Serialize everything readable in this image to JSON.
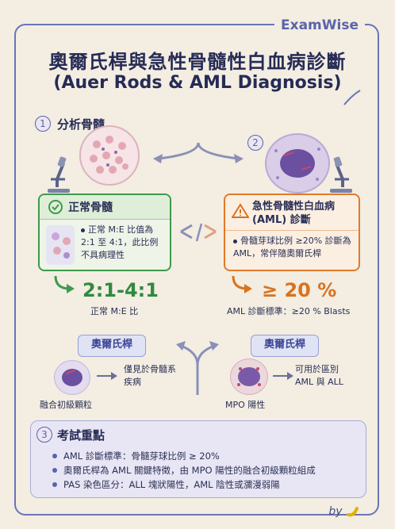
{
  "brand": "ExamWise",
  "title_zh": "奧爾氏桿與急性骨髓性白血病診斷",
  "title_en": "(Auer Rods & AML Diagnosis)",
  "section1": {
    "num": "1",
    "title": "分析骨髓"
  },
  "section2": {
    "num": "2"
  },
  "section3": {
    "num": "3",
    "title": "考試重點"
  },
  "normal_box": {
    "title": "正常骨髓",
    "text": "正常 M:E 比值為 2:1 至 4:1，此比例不具病理性",
    "icon": "check-icon",
    "color": "#3f9a4c"
  },
  "aml_box": {
    "title": "急性骨髓性白血病 (AML) 診斷",
    "text": "骨髓芽球比例 ≥20% 診斷為 AML，常伴隨奧爾氏桿",
    "icon": "warning-icon",
    "color": "#e07a2a"
  },
  "normal_ratio": {
    "value": "2:1-4:1",
    "label": "正常 M:E 比"
  },
  "aml_threshold": {
    "value": "≥ 20 %",
    "label": "AML 診斷標準：≥20 % Blasts"
  },
  "auer_left": {
    "pill": "奧爾氏桿",
    "arrow_text": "僅見於骨髓系疾病",
    "caption": "融合初級顆粒"
  },
  "auer_right": {
    "pill": "奧爾氏桿",
    "arrow_text": "可用於區別 AML 與 ALL",
    "caption": "MPO 陽性"
  },
  "review_points": [
    "AML 診斷標準：骨髓芽球比例 ≥ 20%",
    "奧爾氏桿為 AML 關鍵特徵，由 MPO 陽性的融合初級顆粒組成",
    "PAS 染色區分：ALL 塊狀陽性，AML 陰性或瀰漫弱陽"
  ],
  "signature": "by"
}
